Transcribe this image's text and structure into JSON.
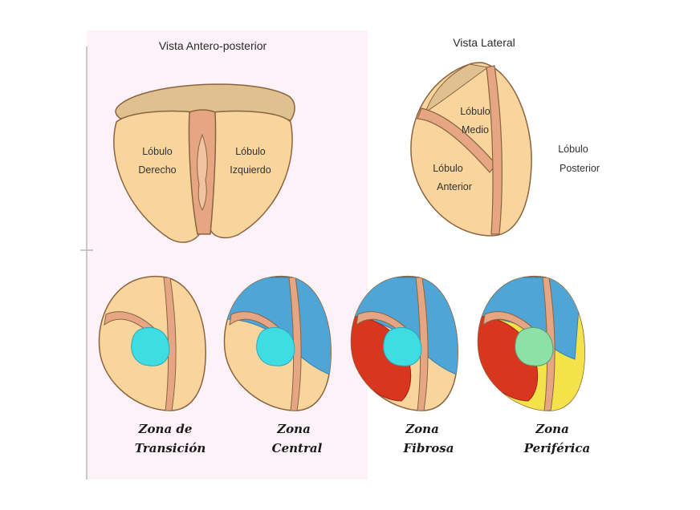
{
  "titles": {
    "antero_posterior": "Vista Antero-posterior",
    "lateral": "Vista Lateral"
  },
  "ap_labels": {
    "right_lobe_1": "Lóbulo",
    "right_lobe_2": "Derecho",
    "left_lobe_1": "Lóbulo",
    "left_lobe_2": "Izquierdo"
  },
  "lateral_labels": {
    "middle_1": "Lóbulo",
    "middle_2": "Medio",
    "anterior_1": "Lóbulo",
    "anterior_2": "Anterior",
    "posterior_1": "Lóbulo",
    "posterior_2": "Posterior"
  },
  "zones": [
    {
      "line1": "Zona de",
      "line2": "Transición"
    },
    {
      "line1": "Zona",
      "line2": "Central"
    },
    {
      "line1": "Zona",
      "line2": "Fibrosa"
    },
    {
      "line1": "Zona",
      "line2": "Periférica"
    }
  ],
  "colors": {
    "gland": "#f9d59e",
    "gland_top": "#dfc08f",
    "outline": "#8a6440",
    "urethra": "#e6a684",
    "central_zone": "#4fa6d6",
    "transition_zone": "#3fdde3",
    "fibrous_zone": "#d8361e",
    "peripheral_zone": "#f4e24a",
    "background_tint": "#fbe3ef"
  }
}
